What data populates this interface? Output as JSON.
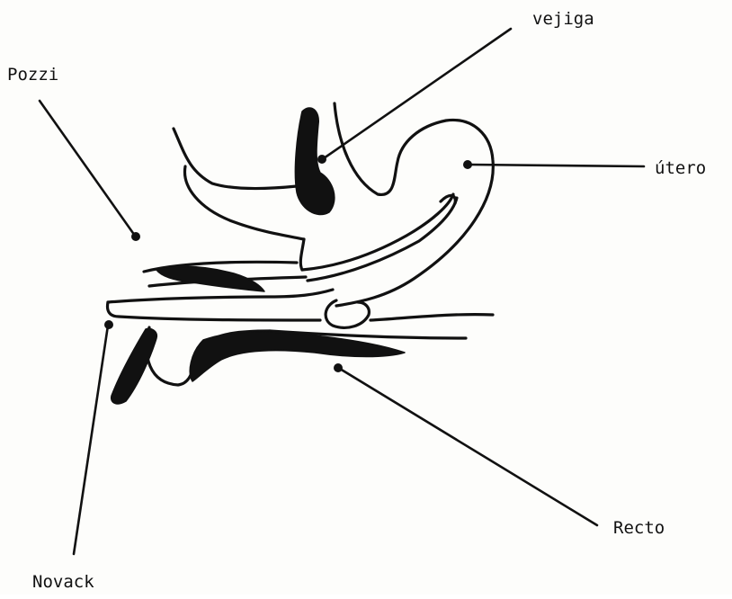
{
  "labels": {
    "vejiga": "vejiga",
    "pozzi": "Pozzi",
    "utero": "útero",
    "recto": "Recto",
    "novack": "Novack"
  },
  "colors": {
    "ink": "#111111",
    "paper": "#fdfdfb"
  }
}
